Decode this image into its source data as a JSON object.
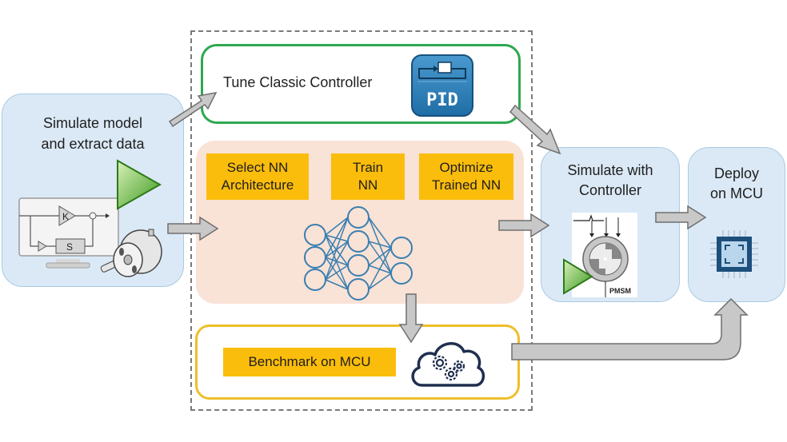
{
  "diagram": {
    "simulate_box": {
      "title_line1": "Simulate model",
      "title_line2": "and extract data",
      "block_diagram": {
        "gain_label": "K",
        "block_label": "S"
      }
    },
    "tune_box": {
      "label": "Tune Classic Controller",
      "pid_icon_label": "PID"
    },
    "nn_box": {
      "steps": [
        {
          "line1": "Select NN",
          "line2": "Architecture"
        },
        {
          "line1": "Train",
          "line2": "NN"
        },
        {
          "line1": "Optimize",
          "line2": "Trained NN"
        }
      ]
    },
    "benchmark_box": {
      "label": "Benchmark on MCU"
    },
    "simulate_controller_box": {
      "title_line1": "Simulate with",
      "title_line2": "Controller",
      "motor_label": "PMSM"
    },
    "deploy_box": {
      "title_line1": "Deploy",
      "title_line2": "on MCU"
    },
    "colors": {
      "blue_fill": "#dbe9f6",
      "green_border": "#2ea84f",
      "peach_fill": "#f9e2d6",
      "step_yellow": "#fbbd0b",
      "yellow_border": "#eebf2b",
      "nn_blue": "#3a7fb0",
      "arrow_gray": "#c8c8c8",
      "pid_blue": "#2b7fb8",
      "chip_navy": "#1d4f7c"
    }
  }
}
